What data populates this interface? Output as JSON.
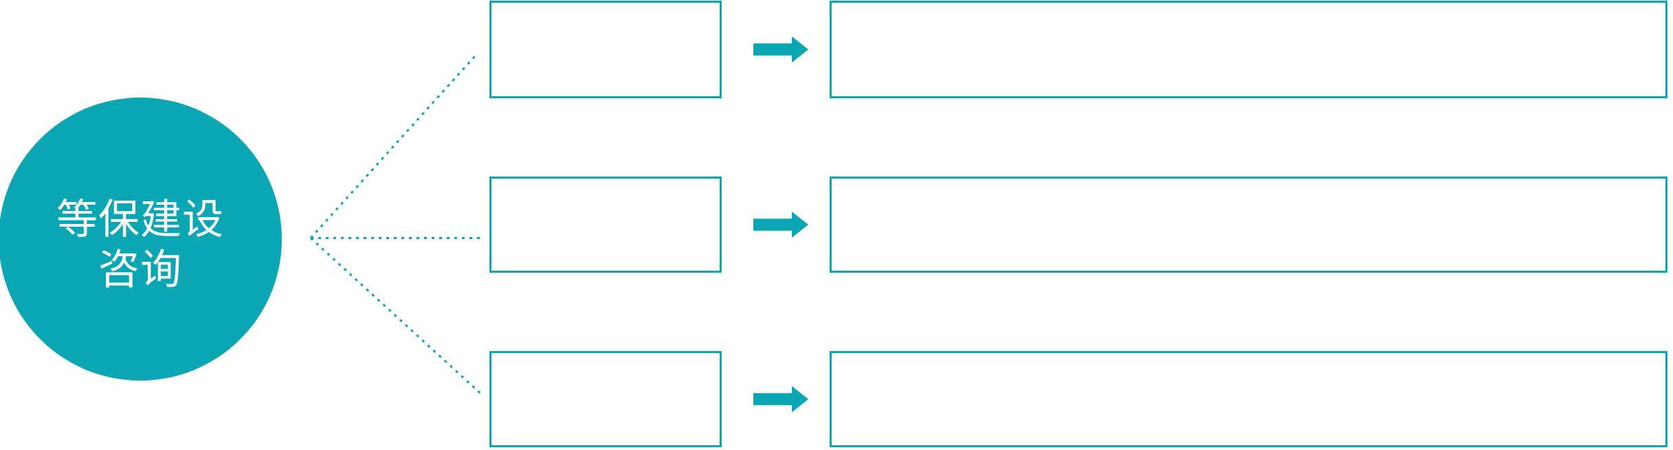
{
  "colors": {
    "accent": "#0aa6b4",
    "canvas_bg": "#ffffff",
    "node_text": "#ffffff"
  },
  "icons": {
    "flow_arrow": "arrow-right"
  },
  "diagram": {
    "type": "radial-branch-flow",
    "root": {
      "line1": "等保建设",
      "line2": "咨询"
    },
    "rows": [
      {
        "category_label": "",
        "detail_label": ""
      },
      {
        "category_label": "",
        "detail_label": ""
      },
      {
        "category_label": "",
        "detail_label": ""
      }
    ]
  }
}
